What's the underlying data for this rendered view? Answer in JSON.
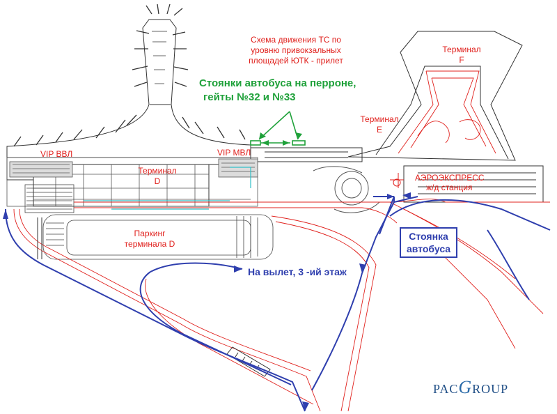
{
  "title_lines": [
    "Схема движения ТС по",
    "уровню привокзальных",
    "площадей ЮТК - прилет"
  ],
  "bus_stops_label": [
    "Стоянки автобуса на перроне,",
    "гейты №32 и №33"
  ],
  "labels": {
    "vip_vvl": "VIP ВВЛ",
    "vip_mvl": "VIP МВЛ",
    "terminal_d": [
      "Терминал",
      "D"
    ],
    "parking_d": [
      "Паркинг",
      "терминала D"
    ],
    "terminal_e": [
      "Терминал",
      "E"
    ],
    "terminal_f": [
      "Терминал",
      "F"
    ],
    "aeroexpress": [
      "АЭРОЭКСПРЕСС",
      "ж/д станция"
    ],
    "bus_stand": [
      "Стоянка",
      "автобуса"
    ],
    "departure": "На вылет, 3 -ий этаж"
  },
  "logo": {
    "part1": "PAC",
    "part2": "G",
    "part3": "ROUP"
  },
  "colors": {
    "route_blue": "#2f3fae",
    "road_red": "#e0201c",
    "green": "#1fa13a",
    "building": "#333333",
    "cyan": "#30c0c8"
  }
}
